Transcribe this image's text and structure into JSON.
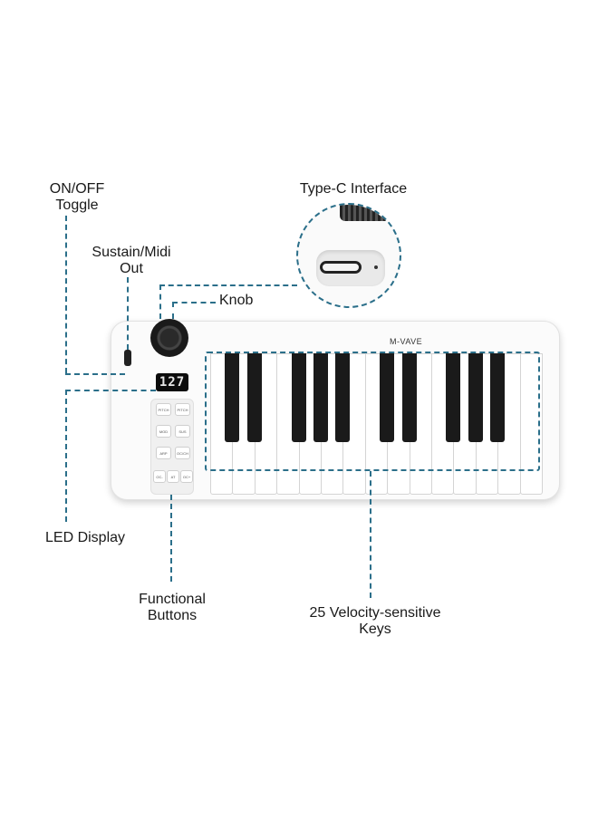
{
  "callouts": {
    "on_off_toggle": [
      "ON/OFF",
      "Toggle"
    ],
    "type_c_interface": "Type-C Interface",
    "sustain_midi_out": [
      "Sustain/Midi",
      "Out"
    ],
    "knob": "Knob",
    "led_display": "LED Display",
    "functional_buttons": [
      "Functional",
      "Buttons"
    ],
    "velocity_keys": [
      "25 Velocity-sensitive",
      "Keys"
    ]
  },
  "device": {
    "brand": "M-VAVE",
    "display_value": "127",
    "buttons": [
      [
        "PITCH",
        "PITCH"
      ],
      [
        "MOD",
        "SUS"
      ],
      [
        "ARP",
        "OC/CH"
      ],
      [
        "OC-",
        "AT",
        "OC+"
      ]
    ]
  },
  "colors": {
    "callout_line": "#2b6f8a",
    "keyboard_body": "#fbfbfb",
    "black_key": "#1a1a1a"
  }
}
